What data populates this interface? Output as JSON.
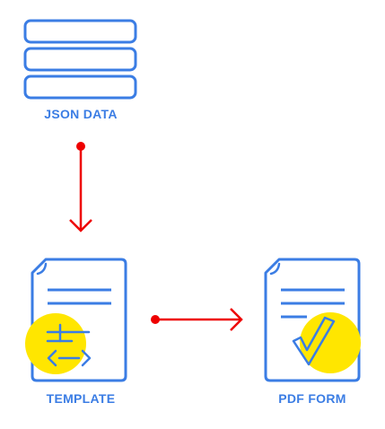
{
  "colors": {
    "blue": "#3b7de4",
    "red": "#ee0000",
    "yellow": "#ffe600",
    "background": "#ffffff"
  },
  "nodes": {
    "json_data": {
      "label": "JSON DATA",
      "icon": "database-icon"
    },
    "template": {
      "label": "TEMPLATE",
      "icon": "document-code-icon"
    },
    "pdf_form": {
      "label": "PDF FORM",
      "icon": "document-check-icon"
    }
  },
  "edges": [
    {
      "from": "json_data",
      "to": "template"
    },
    {
      "from": "template",
      "to": "pdf_form"
    }
  ]
}
